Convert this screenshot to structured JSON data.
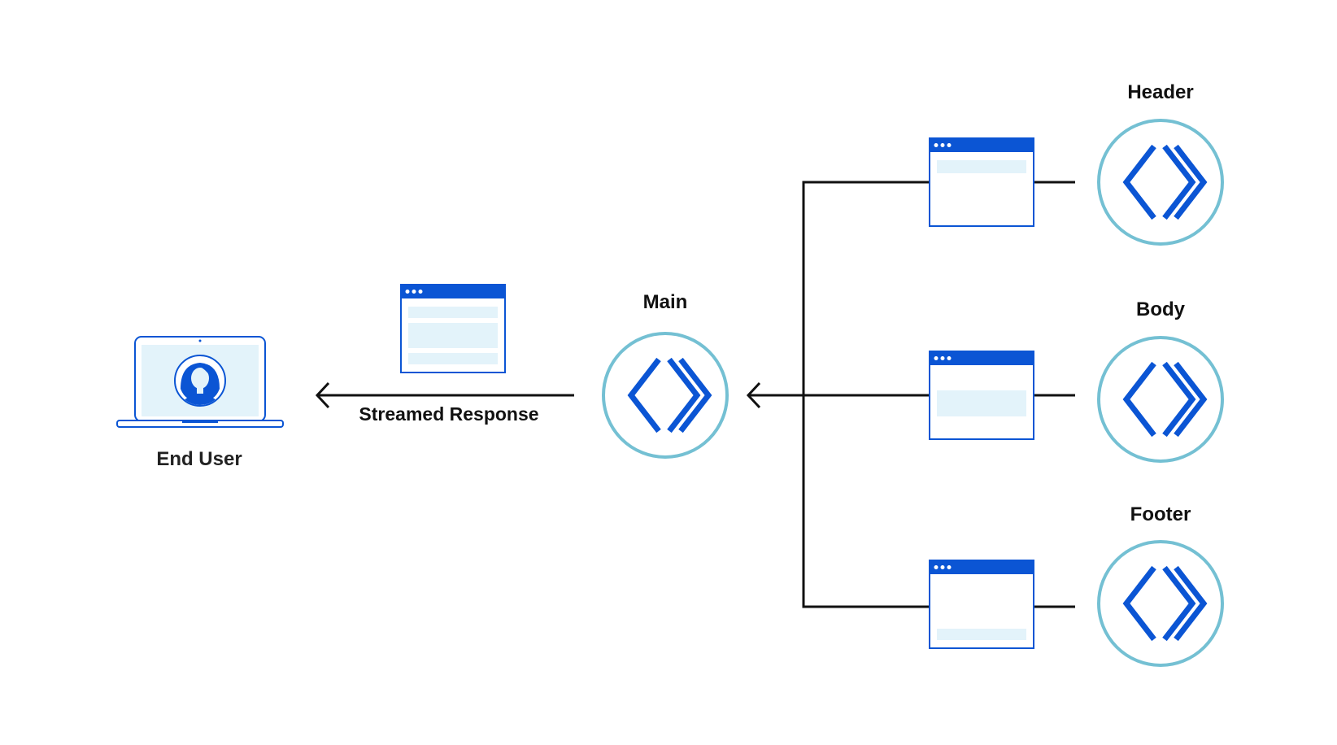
{
  "nodes": {
    "main": {
      "label": "Main"
    },
    "header": {
      "label": "Header"
    },
    "body": {
      "label": "Body"
    },
    "footer": {
      "label": "Footer"
    },
    "end_user": {
      "label": "End User"
    }
  },
  "edges": {
    "streamed_response": {
      "label": "Streamed Response"
    }
  },
  "colors": {
    "brand_blue": "#0b55d4",
    "ring_teal": "#74c0d3",
    "pane_light": "#e3f3fa",
    "line_black": "#111111"
  },
  "icons": {
    "worker": "angle-brackets-icon",
    "window": "browser-window-icon",
    "user": "laptop-user-icon"
  }
}
